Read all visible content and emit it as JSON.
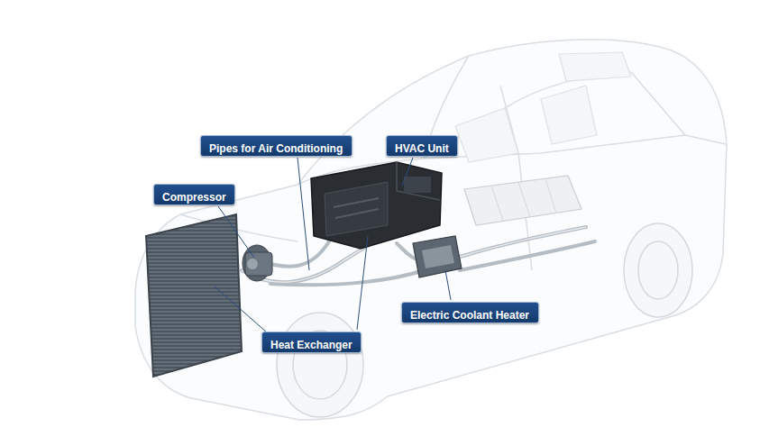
{
  "diagram": {
    "nodes": [
      {
        "text": [
          "Pipes for Air Conditioning"
        ]
      },
      {
        "text": [
          "HVAC Unit"
        ]
      },
      {
        "text": [
          "Compressor"
        ]
      },
      {
        "text": [
          "Electric Coolant Heater"
        ]
      },
      {
        "text": [
          "Heat Exchanger"
        ]
      }
    ]
  }
}
